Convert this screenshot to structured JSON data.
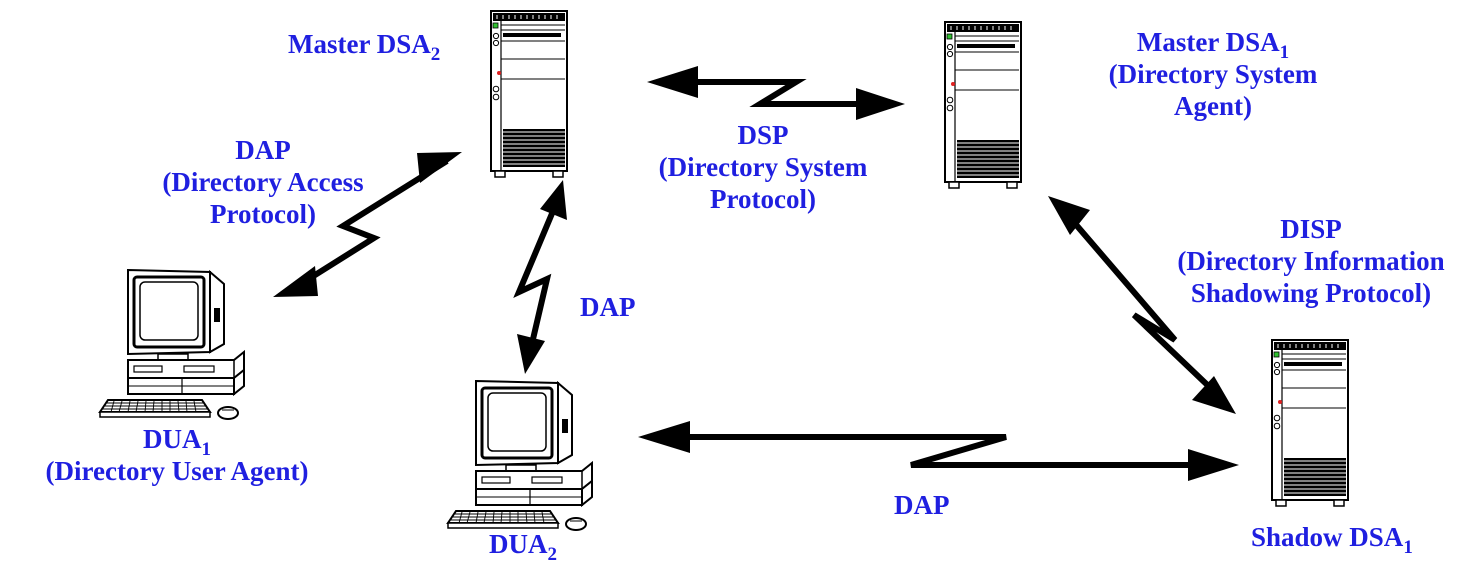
{
  "colors": {
    "label": "#1f1fe0",
    "arrow": "#000000",
    "device_fill": "#ffffff",
    "device_stroke": "#000000",
    "power_led_green": "#30c030",
    "power_led_red": "#e02020"
  },
  "nodes": {
    "master_dsa2": {
      "icon": "server-tower-icon",
      "name": "Master DSA",
      "sub": "2"
    },
    "master_dsa1": {
      "icon": "server-tower-icon",
      "name": "Master DSA",
      "sub": "1",
      "desc1": "(Directory System",
      "desc2": "Agent)"
    },
    "shadow_dsa1": {
      "icon": "server-tower-icon",
      "name": "Shadow DSA",
      "sub": "1"
    },
    "dua1": {
      "icon": "desktop-computer-icon",
      "name": "DUA",
      "sub": "1",
      "desc": "(Directory User Agent)"
    },
    "dua2": {
      "icon": "desktop-computer-icon",
      "name": "DUA",
      "sub": "2"
    }
  },
  "links": {
    "dap_dua1_dsa2": {
      "line1": "DAP",
      "line2": "(Directory Access",
      "line3": "Protocol)"
    },
    "dap_dua2_dsa2": {
      "line1": "DAP"
    },
    "dsp_dsa2_dsa1": {
      "line1": "DSP",
      "line2": "(Directory System",
      "line3": "Protocol)"
    },
    "disp_dsa1_shadow": {
      "line1": "DISP",
      "line2": "(Directory Information",
      "line3": "Shadowing Protocol)"
    },
    "dap_dua2_shadow": {
      "line1": "DAP"
    }
  }
}
